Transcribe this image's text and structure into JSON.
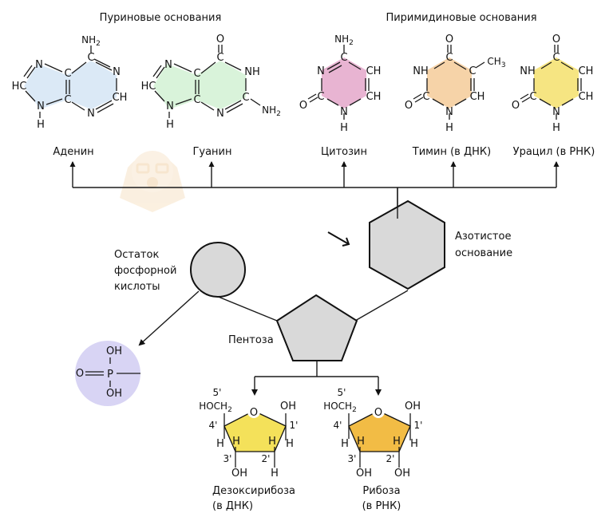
{
  "headers": {
    "purines": "Пуриновые основания",
    "pyrimidines": "Пиримидиновые основания"
  },
  "bases": [
    {
      "id": "adenine",
      "name": "Аденин",
      "color": "#dbe9f6"
    },
    {
      "id": "guanine",
      "name": "Гуанин",
      "color": "#d9f3da"
    },
    {
      "id": "cytosine",
      "name": "Цитозин",
      "color": "#e8b4d2"
    },
    {
      "id": "thymine",
      "name": "Тимин (в ДНК)",
      "color": "#f6d3a8"
    },
    {
      "id": "uracil",
      "name": "Урацил (в РНК)",
      "color": "#f6e582"
    }
  ],
  "atoms": {
    "N": "N",
    "C": "C",
    "H": "H",
    "O": "O",
    "HC": "HC",
    "CH": "CH",
    "NH": "NH",
    "NH2": "NH",
    "sub2": "2",
    "CH3": "CH",
    "sub3": "3",
    "P": "P",
    "OH": "OH",
    "HOCH2": "HOCH"
  },
  "nucleotide": {
    "phosphate_label": [
      "Остаток",
      "фосфорной",
      "кислоты"
    ],
    "base_label": [
      "Азотистое",
      "основание"
    ],
    "pentose_label": "Пентоза",
    "shape_fill": "#d9d9d9",
    "phosphate_formula_fill": "#d8d4f4"
  },
  "sugars": [
    {
      "id": "deoxyribose",
      "name": [
        "Дезоксирибоза",
        "(в ДНК)"
      ],
      "color": "#f4e15a",
      "c2_bottom": "H"
    },
    {
      "id": "ribose",
      "name": [
        "Рибоза",
        "(в РНК)"
      ],
      "color": "#f2bc45",
      "c2_bottom": "OH"
    }
  ],
  "carbon_numbers": {
    "c1": "1'",
    "c2": "2'",
    "c3": "3'",
    "c4": "4'",
    "c5": "5'"
  },
  "watermark": {
    "icon": "bear-with-glasses-book-logo",
    "color": "#f7e3c7"
  }
}
